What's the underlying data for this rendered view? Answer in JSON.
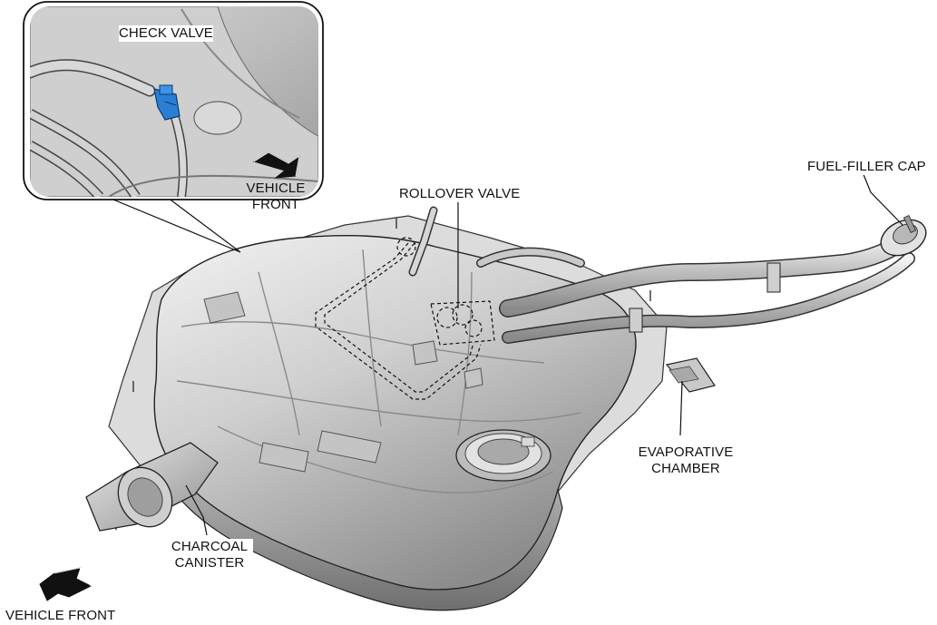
{
  "labels": {
    "check_valve": "CHECK VALVE",
    "vehicle_front_inset_line1": "VEHICLE",
    "vehicle_front_inset_line2": "FRONT",
    "rollover_valve": "ROLLOVER VALVE",
    "fuel_filler_cap": "FUEL-FILLER CAP",
    "evaporative_chamber_line1": "EVAPORATIVE",
    "evaporative_chamber_line2": "CHAMBER",
    "charcoal_canister_line1": "CHARCOAL",
    "charcoal_canister_line2": "CANISTER",
    "vehicle_front_main": "VEHICLE FRONT"
  },
  "colors": {
    "check_valve_blue": "#2a7fd4",
    "metal_light": "#e6e6e6",
    "metal_mid": "#b9b9b9",
    "metal_dark": "#7d7d7d",
    "outline": "#222222"
  },
  "icons": {
    "inset_arrow": "vehicle-front-arrow-icon",
    "main_arrow": "vehicle-front-arrow-icon"
  }
}
